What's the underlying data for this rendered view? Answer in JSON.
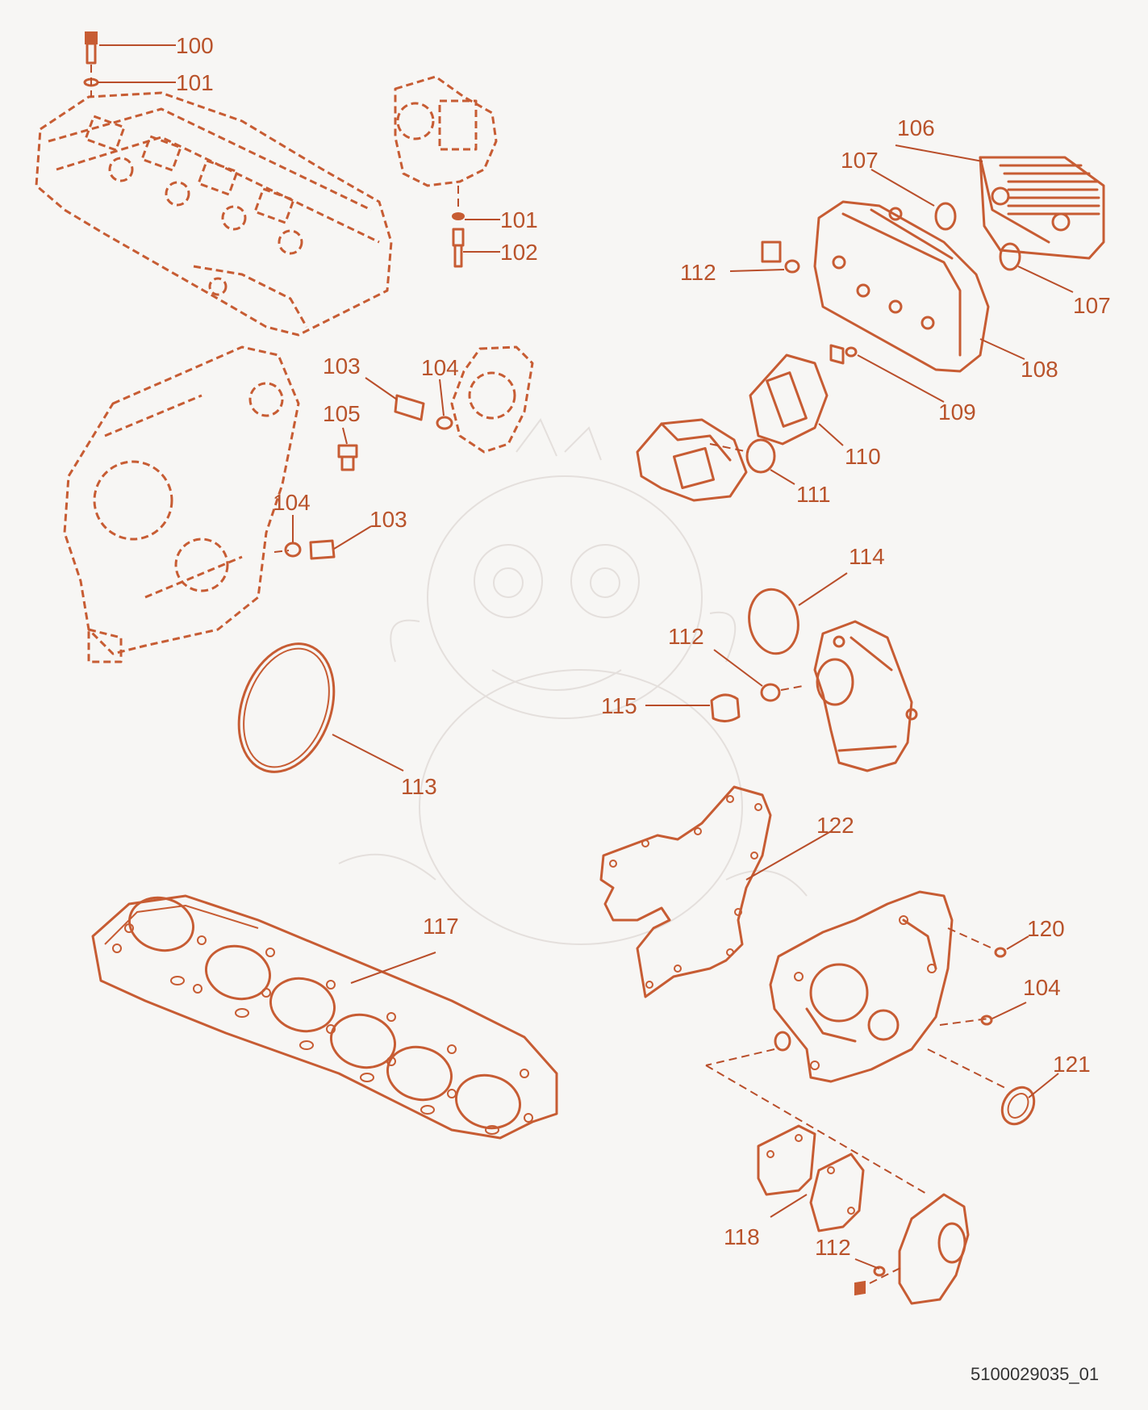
{
  "colors": {
    "parts": "#c75c33",
    "callout_text": "#b9532b",
    "background": "#f7f6f4",
    "watermark": "#e4dfdc"
  },
  "callouts": [
    {
      "id": "c100",
      "label": "100"
    },
    {
      "id": "c101a",
      "label": "101"
    },
    {
      "id": "c101b",
      "label": "101"
    },
    {
      "id": "c102",
      "label": "102"
    },
    {
      "id": "c103a",
      "label": "103"
    },
    {
      "id": "c103b",
      "label": "103"
    },
    {
      "id": "c104a",
      "label": "104"
    },
    {
      "id": "c104b",
      "label": "104"
    },
    {
      "id": "c104c",
      "label": "104"
    },
    {
      "id": "c105",
      "label": "105"
    },
    {
      "id": "c106",
      "label": "106"
    },
    {
      "id": "c107a",
      "label": "107"
    },
    {
      "id": "c107b",
      "label": "107"
    },
    {
      "id": "c108",
      "label": "108"
    },
    {
      "id": "c109",
      "label": "109"
    },
    {
      "id": "c110",
      "label": "110"
    },
    {
      "id": "c111",
      "label": "111"
    },
    {
      "id": "c112a",
      "label": "112"
    },
    {
      "id": "c112b",
      "label": "112"
    },
    {
      "id": "c112c",
      "label": "112"
    },
    {
      "id": "c113",
      "label": "113"
    },
    {
      "id": "c114",
      "label": "114"
    },
    {
      "id": "c115",
      "label": "115"
    },
    {
      "id": "c117",
      "label": "117"
    },
    {
      "id": "c118",
      "label": "118"
    },
    {
      "id": "c120",
      "label": "120"
    },
    {
      "id": "c121",
      "label": "121"
    },
    {
      "id": "c122",
      "label": "122"
    }
  ],
  "footer": {
    "drawing_number": "5100029035_01"
  }
}
